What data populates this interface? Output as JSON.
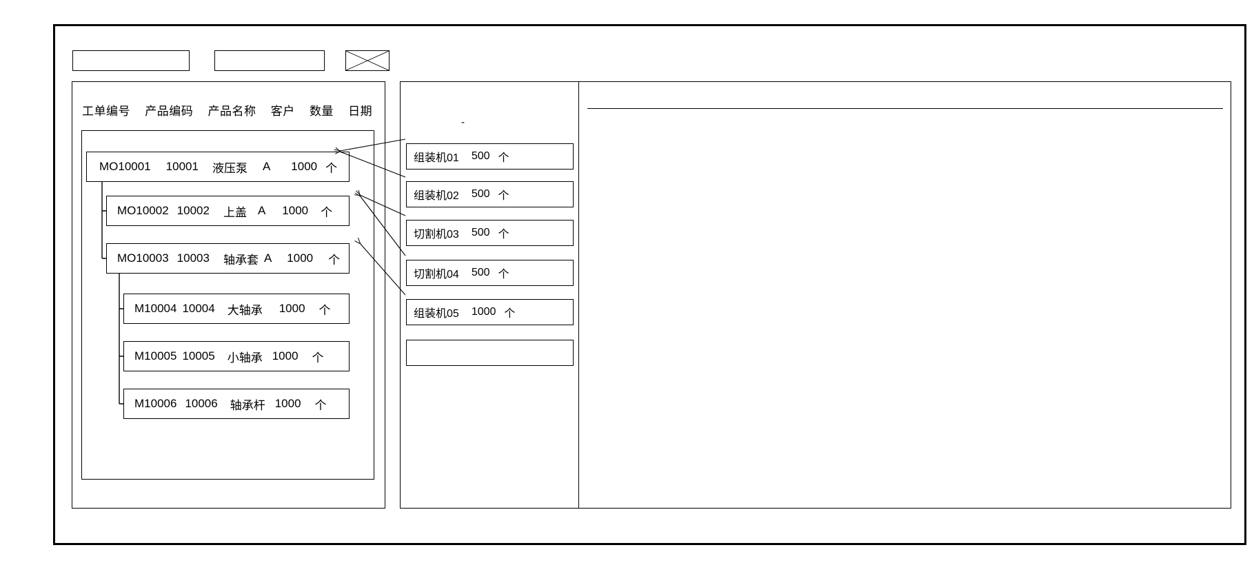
{
  "window": {
    "title": ""
  },
  "toolbar": {
    "boxes": [
      {
        "name": "toolbar-field-1",
        "label": ""
      },
      {
        "name": "toolbar-field-2",
        "label": ""
      },
      {
        "name": "toolbar-placeholder-image",
        "label": ""
      }
    ]
  },
  "left_panel": {
    "columns": [
      "工单编号",
      "产品编码",
      "产品名称",
      "客户",
      "数量",
      "日期"
    ],
    "rows": [
      {
        "order_no": "MO10001",
        "product_code": "10001",
        "product_name": "液压泵",
        "customer": "A",
        "qty": "1000",
        "unit": "个",
        "level": 0
      },
      {
        "order_no": "MO10002",
        "product_code": "10002",
        "product_name": "上盖",
        "customer": "A",
        "qty": "1000",
        "unit": "个",
        "level": 1
      },
      {
        "order_no": "MO10003",
        "product_code": "10003",
        "product_name": "轴承套",
        "customer": "A",
        "qty": "1000",
        "unit": "个",
        "level": 1
      },
      {
        "order_no": "M10004",
        "product_code": "10004",
        "product_name": "大轴承",
        "customer": "",
        "qty": "1000",
        "unit": "个",
        "level": 2
      },
      {
        "order_no": "M10005",
        "product_code": "10005",
        "product_name": "小轴承",
        "customer": "",
        "qty": "1000",
        "unit": "个",
        "level": 2
      },
      {
        "order_no": "M10006",
        "product_code": "10006",
        "product_name": "轴承杆",
        "customer": "",
        "qty": "1000",
        "unit": "个",
        "level": 2
      }
    ]
  },
  "middle_panel": {
    "marker": "-",
    "cards": [
      {
        "machine": "组装机01",
        "qty": "500",
        "unit": "个"
      },
      {
        "machine": "组装机02",
        "qty": "500",
        "unit": "个"
      },
      {
        "machine": "切割机03",
        "qty": "500",
        "unit": "个"
      },
      {
        "machine": "切割机04",
        "qty": "500",
        "unit": "个"
      },
      {
        "machine": "组装机05",
        "qty": "1000",
        "unit": "个"
      },
      {
        "machine": "",
        "qty": "",
        "unit": ""
      }
    ]
  },
  "right_panel": {
    "header": "",
    "body": ""
  },
  "colors": {
    "stroke": "#000000",
    "background": "#ffffff"
  }
}
